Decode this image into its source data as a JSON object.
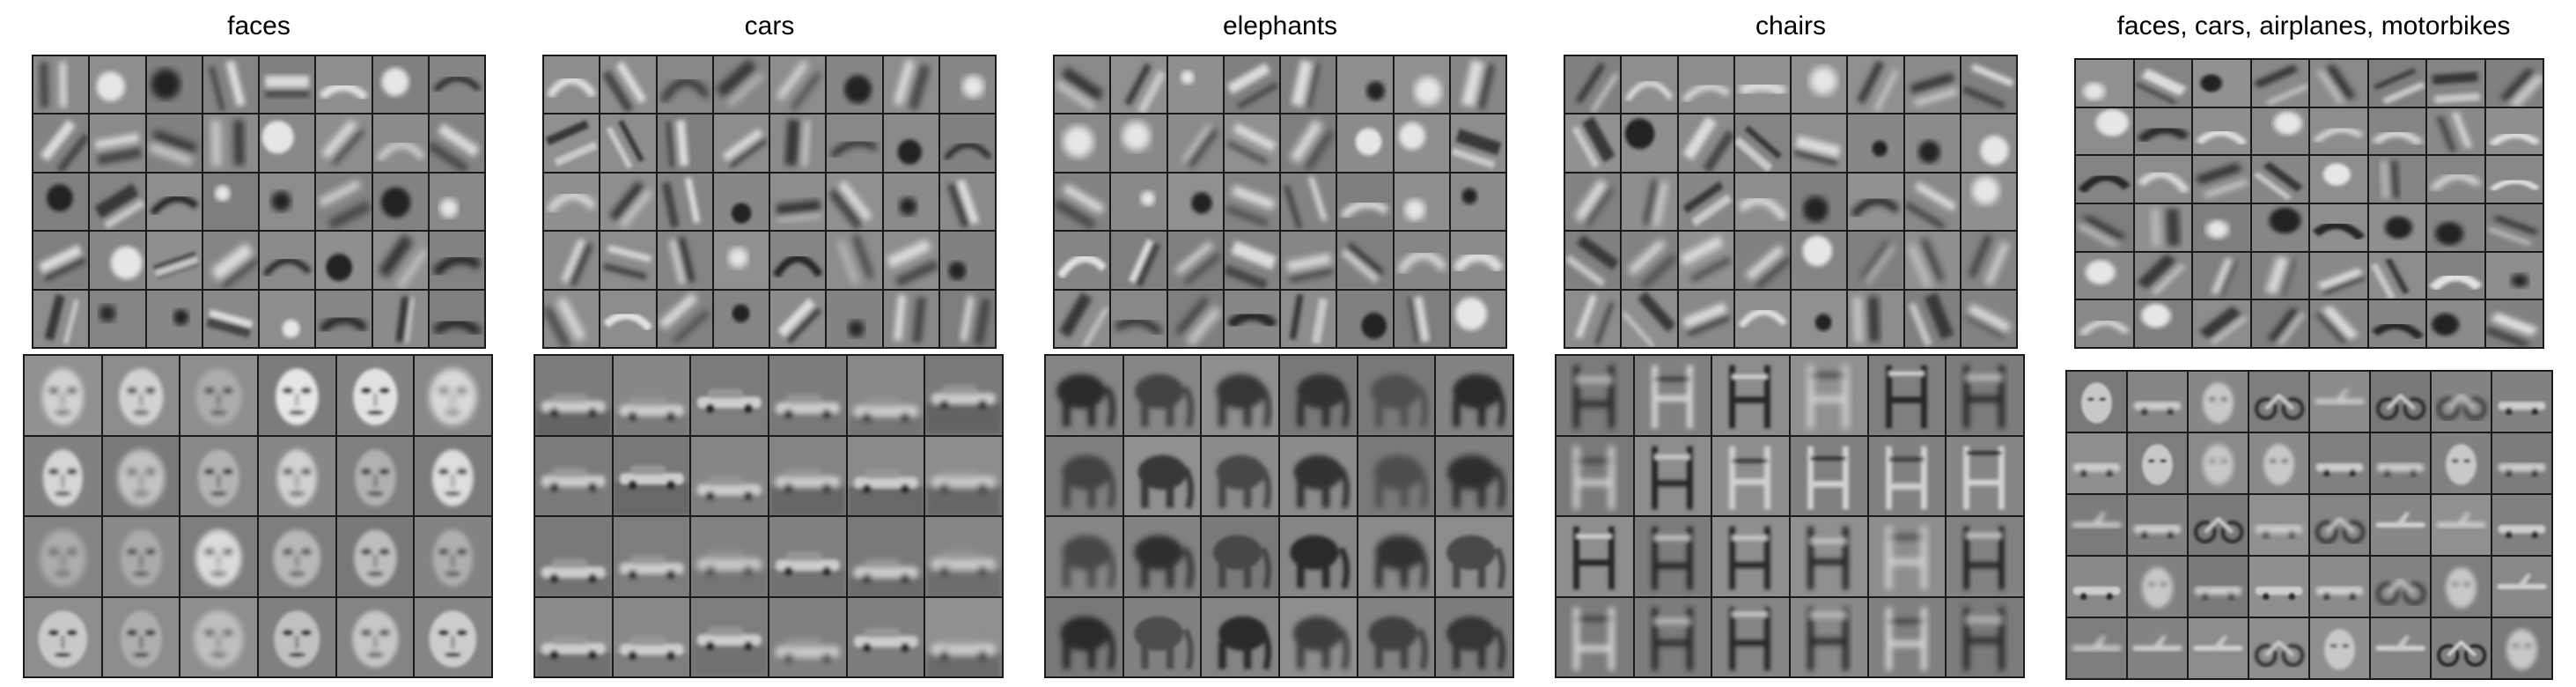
{
  "panels": [
    {
      "title": "faces",
      "layer1": {
        "rows": 5,
        "cols": 8,
        "theme": "face-parts"
      },
      "layer2": {
        "rows": 4,
        "cols": 6,
        "theme": "faces"
      }
    },
    {
      "title": "cars",
      "layer1": {
        "rows": 5,
        "cols": 8,
        "theme": "car-parts"
      },
      "layer2": {
        "rows": 4,
        "cols": 6,
        "theme": "cars"
      }
    },
    {
      "title": "elephants",
      "layer1": {
        "rows": 5,
        "cols": 8,
        "theme": "elephant-parts"
      },
      "layer2": {
        "rows": 4,
        "cols": 6,
        "theme": "elephants"
      }
    },
    {
      "title": "chairs",
      "layer1": {
        "rows": 5,
        "cols": 8,
        "theme": "chair-parts"
      },
      "layer2": {
        "rows": 4,
        "cols": 6,
        "theme": "chairs"
      }
    },
    {
      "title": "faces, cars, airplanes, motorbikes",
      "layer1": {
        "rows": 6,
        "cols": 8,
        "theme": "mixed-parts"
      },
      "layer2": {
        "rows": 5,
        "cols": 8,
        "theme": "mixed-objects"
      }
    }
  ]
}
